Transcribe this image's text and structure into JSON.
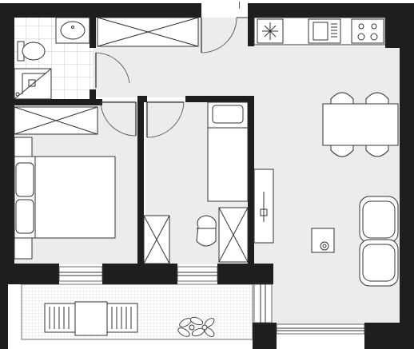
{
  "plan": {
    "colors": {
      "wall": "#1e1e1e",
      "floor": "#ececec",
      "balcony_grid": "#c8c8c8",
      "fixture": "#ffffff",
      "line": "#333333"
    },
    "rooms": [
      "bathroom",
      "hallway",
      "bedroom",
      "kids-room",
      "living-kitchen",
      "balcony"
    ],
    "fixtures": [
      "toilet",
      "washbasin",
      "shower",
      "kitchen-sink",
      "cooktop",
      "double-bed",
      "single-bed",
      "dining-table",
      "armchair",
      "desk",
      "plant"
    ],
    "tile_grid_visible": true,
    "north_marker": "|"
  }
}
